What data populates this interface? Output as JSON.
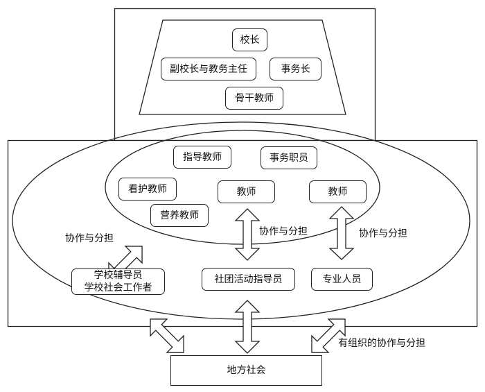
{
  "diagram": {
    "management": {
      "principal": "校长",
      "vice_principal": "副校长与教务主任",
      "admin_head": "事务长",
      "core_teachers": "骨干教师"
    },
    "inner_staff": {
      "guidance_teacher": "指导教师",
      "office_staff": "事务职员",
      "nursing_teacher": "看护教师",
      "teacher_1": "教师",
      "teacher_2": "教师",
      "nutrition_teacher": "营养教师"
    },
    "outer_staff": {
      "counselor_line1": "学校辅导员",
      "counselor_line2": "学校社会工作者",
      "club_instructor": "社团活动指导员",
      "specialists": "专业人员"
    },
    "community": "地方社会",
    "arrow_labels": {
      "left": "协作与分担",
      "middle": "协作与分担",
      "right": "协作与分担",
      "bottom": "有组织的协作与分担"
    }
  }
}
